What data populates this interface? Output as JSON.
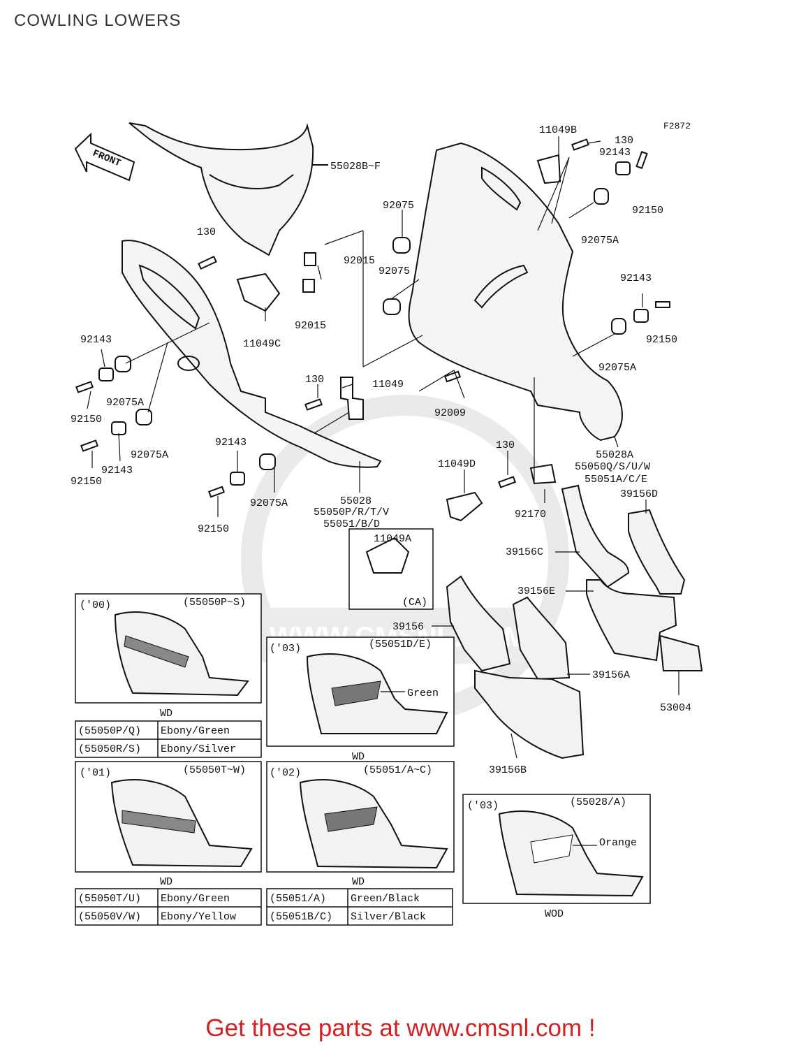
{
  "page": {
    "title": "COWLING LOWERS",
    "footer": "Get these parts at www.cmsnl.com !"
  },
  "figure_code": "F2872",
  "front_label": "FRONT",
  "watermark": "WWW.CMSNL.COM",
  "callouts": {
    "p55028BF": "55028B~F",
    "p11049B": "11049B",
    "p130a": "130",
    "p92143a": "92143",
    "p92150a": "92150",
    "p92075a": "92075",
    "p92075Aa": "92075A",
    "p130b": "130",
    "p92015a": "92015",
    "p92075b": "92075",
    "p92015b": "92015",
    "p11049C": "11049C",
    "p92143b": "92143",
    "p92150b": "92150",
    "p92075Ab": "92075A",
    "p92143c": "92143",
    "p92075Ac": "92075A",
    "p92150c": "92150",
    "p92075Ad": "92075A",
    "p92143d": "92143",
    "p92150d": "92150",
    "p130c": "130",
    "p11049": "11049",
    "p92009": "92009",
    "p92143e": "92143",
    "p92075Ae": "92075A",
    "p92150e": "92150",
    "p55028": "55028",
    "p55050P": "55050P/R/T/V",
    "p55051B": "55051/B/D",
    "p130d": "130",
    "p11049D": "11049D",
    "p92170": "92170",
    "p55028A": "55028A",
    "p55050Q": "55050Q/S/U/W",
    "p55051A": "55051A/C/E",
    "p39156D": "39156D",
    "p11049A": "11049A",
    "pCA": "(CA)",
    "p39156C": "39156C",
    "p39156E": "39156E",
    "p39156": "39156",
    "p39156A": "39156A",
    "p53004": "53004",
    "p39156B": "39156B"
  },
  "panels": {
    "p00": {
      "year": "('00)",
      "code": "(55050P~S)",
      "type": "WD"
    },
    "p03a": {
      "year": "('03)",
      "code": "(55051D/E)",
      "color": "Green",
      "type": "WD"
    },
    "p01": {
      "year": "('01)",
      "code": "(55050T~W)",
      "type": "WD"
    },
    "p02": {
      "year": "('02)",
      "code": "(55051/A~C)",
      "type": "WD"
    },
    "p03b": {
      "year": "('03)",
      "code": "(55028/A)",
      "color": "Orange",
      "type": "WOD"
    }
  },
  "tables": {
    "t00": [
      [
        "(55050P/Q)",
        "Ebony/Green"
      ],
      [
        "(55050R/S)",
        "Ebony/Silver"
      ]
    ],
    "t01": [
      [
        "(55050T/U)",
        "Ebony/Green"
      ],
      [
        "(55050V/W)",
        "Ebony/Yellow"
      ]
    ],
    "t02": [
      [
        "(55051/A)",
        "Green/Black"
      ],
      [
        "(55051B/C)",
        "Silver/Black"
      ]
    ]
  }
}
